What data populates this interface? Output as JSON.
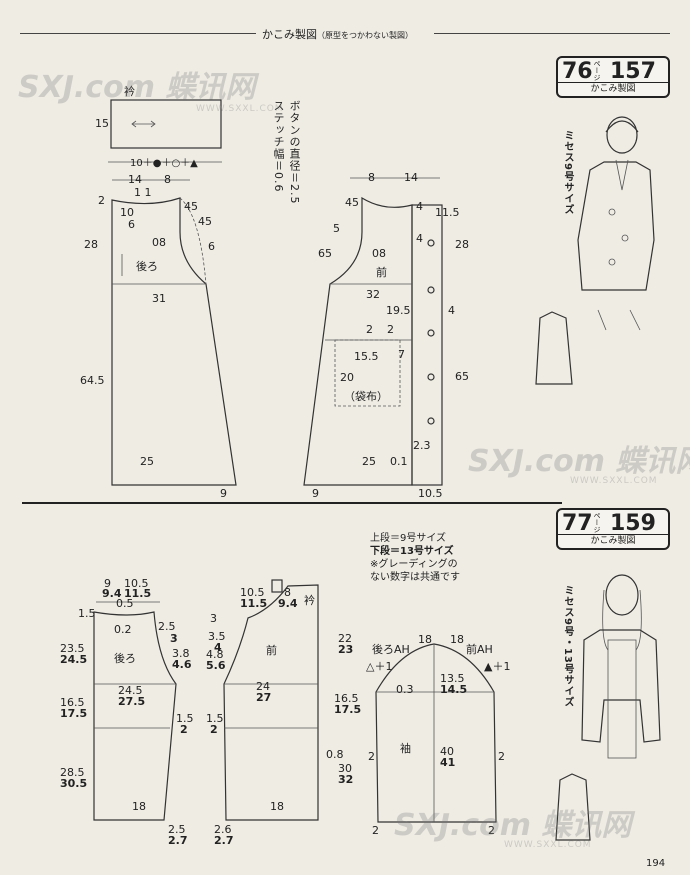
{
  "header": {
    "title": "かこみ製図",
    "subtitle": "（原型をつかわない製図）"
  },
  "section76": {
    "ref_num": "76",
    "ref_page_label": "ページ",
    "ref_page": "157",
    "ref_sub": "かこみ製図",
    "size_label": "ミセス9号サイズ",
    "button_note": "ボタンの直径＝2.5 ステッチ幅＝0.6",
    "collar_label": "衿",
    "back_label": "後ろ",
    "front_label": "前",
    "pocket_label": "（袋布）"
  },
  "section77": {
    "ref_num": "77",
    "ref_page_label": "ページ",
    "ref_page": "159",
    "ref_sub": "かこみ製図",
    "size_label": "ミセス9号・13号サイズ",
    "note_line1": "上段＝9号サイズ",
    "note_line2": "下段＝13号サイズ",
    "note_line3": "※グレーディングの",
    "note_line4": "ない数字は共通です",
    "back_label": "後ろ",
    "front_label": "前",
    "sleeve_label": "袖",
    "collar_label": "衿",
    "back_ah": "後ろAH",
    "front_ah": "前AH"
  },
  "watermark": {
    "text": "SXJ.com 蝶讯网",
    "url": "WWW.SXXL.COM"
  },
  "page_number": "194"
}
